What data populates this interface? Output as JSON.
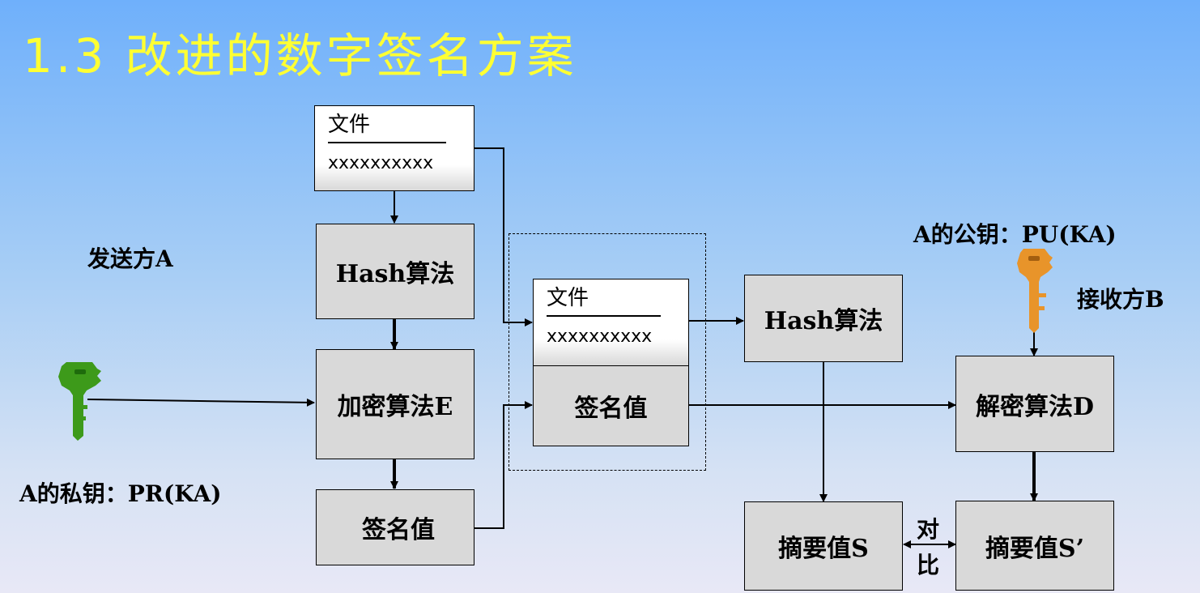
{
  "title": "1.3 改进的数字签名方案",
  "doc1": {
    "title": "文件",
    "content": "xxxxxxxxxx"
  },
  "doc2": {
    "title": "文件",
    "content": "xxxxxxxxxx"
  },
  "hash_left": "Hash算法",
  "encrypt": "加密算法E",
  "sig_left": "签名值",
  "sig_mid": "签名值",
  "hash_right": "Hash算法",
  "decrypt": "解密算法D",
  "digest_s": "摘要值S",
  "digest_s2": "摘要值S’",
  "compare_1": "对",
  "compare_2": "比",
  "sender": "发送方A",
  "receiver": "接收方B",
  "private_key": "A的私钥：PR(KA)",
  "public_key": "A的公钥：PU(KA)",
  "colors": {
    "title": "#ffff33",
    "private_key_icon": "green-key-icon",
    "public_key_icon": "orange-key-icon"
  }
}
